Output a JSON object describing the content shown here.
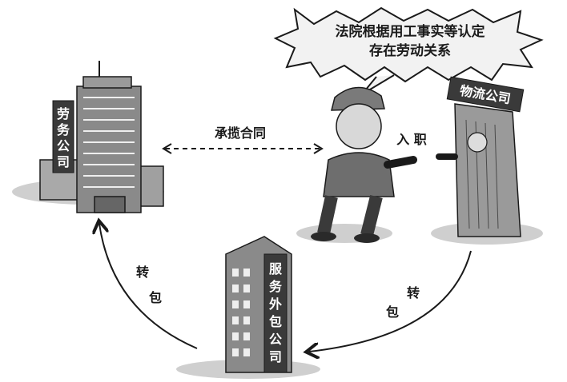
{
  "speech_bubble": {
    "line1": "法院根据用工事实等认定",
    "line2": "存在劳动关系"
  },
  "labour_company": {
    "sign": [
      "劳",
      "务",
      "公",
      "司"
    ]
  },
  "logistics_company": {
    "sign": "物流公司"
  },
  "outsourcing_company": {
    "sign": [
      "服",
      "务",
      "外",
      "包",
      "公",
      "司"
    ]
  },
  "contract_label": "承揽合同",
  "onboard_label": "入 职",
  "subcontract_right": [
    "转",
    "包"
  ],
  "subcontract_left": [
    "转",
    "包"
  ],
  "colors": {
    "ink": "#1a1a1a",
    "building": "#8a8a8a",
    "sign_bg": "#3a3a3a",
    "bubble": "#f2f2f2"
  }
}
